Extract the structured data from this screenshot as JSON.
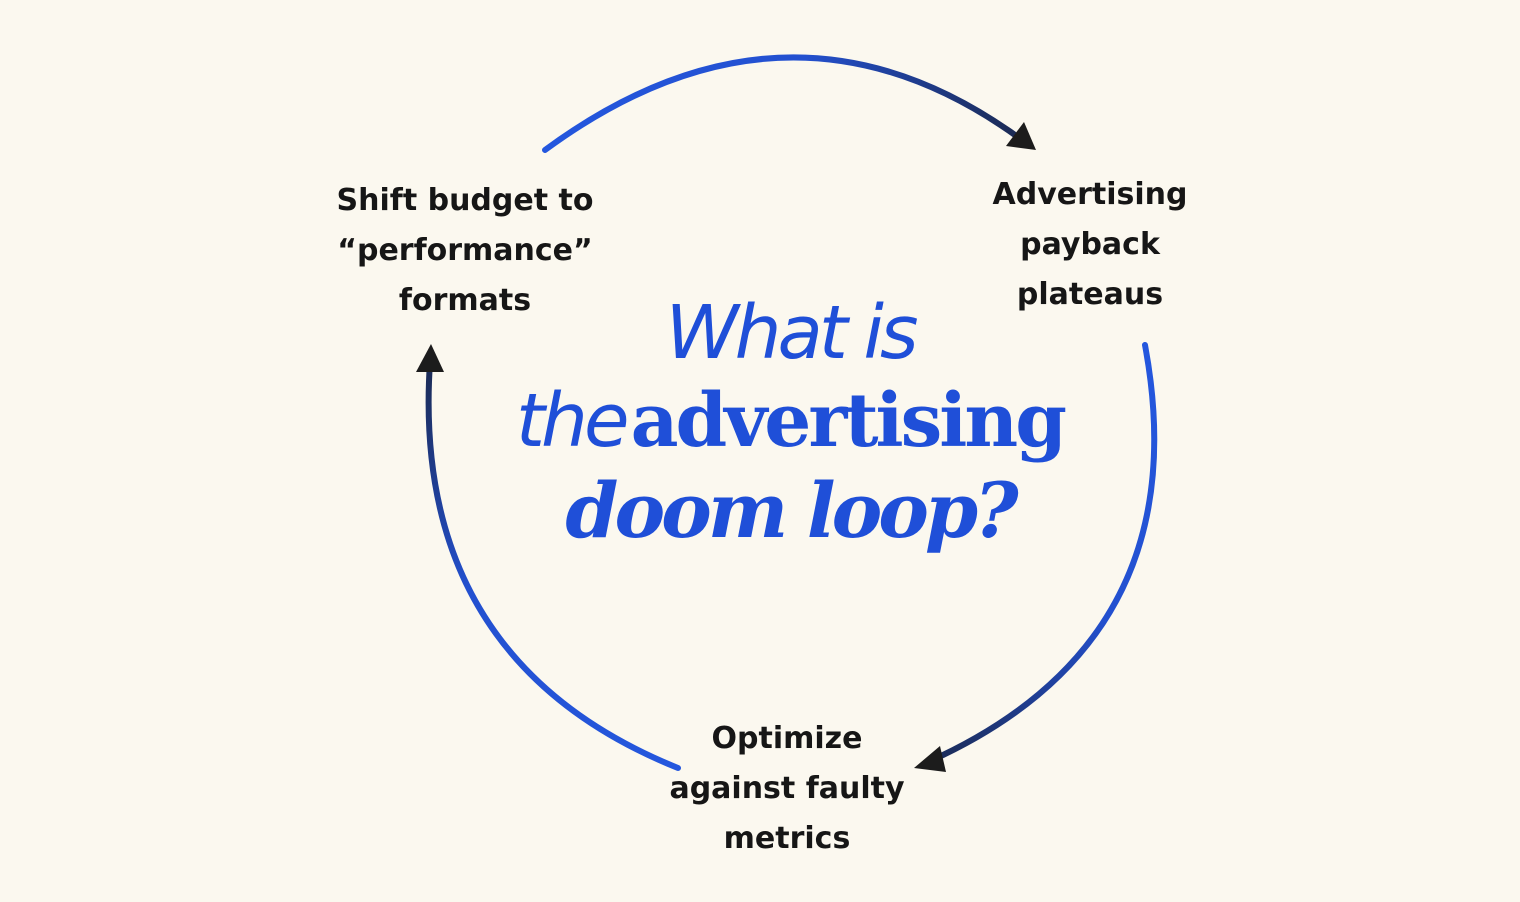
{
  "title": {
    "line1": "What is",
    "line2_light": "the",
    "line2_bold": "advertising",
    "line3": "doom loop?"
  },
  "loop_steps": [
    {
      "lines": [
        "Advertising",
        "payback",
        "plateaus"
      ]
    },
    {
      "lines": [
        "Optimize",
        "against faulty",
        "metrics"
      ]
    },
    {
      "lines": [
        "Shift budget to",
        "“performance”",
        "formats"
      ]
    }
  ],
  "colors": {
    "background": "#fbf8ef",
    "accent_blue": "#1f4fd8",
    "arrow_dark": "#1c2a4a",
    "label_text": "#161616"
  },
  "arrows": [
    {
      "from": "Shift budget to “performance” formats",
      "to": "Advertising payback plateaus",
      "icon": "arrowhead-icon"
    },
    {
      "from": "Advertising payback plateaus",
      "to": "Optimize against faulty metrics",
      "icon": "arrowhead-icon"
    },
    {
      "from": "Optimize against faulty metrics",
      "to": "Shift budget to “performance” formats",
      "icon": "arrowhead-icon"
    }
  ]
}
